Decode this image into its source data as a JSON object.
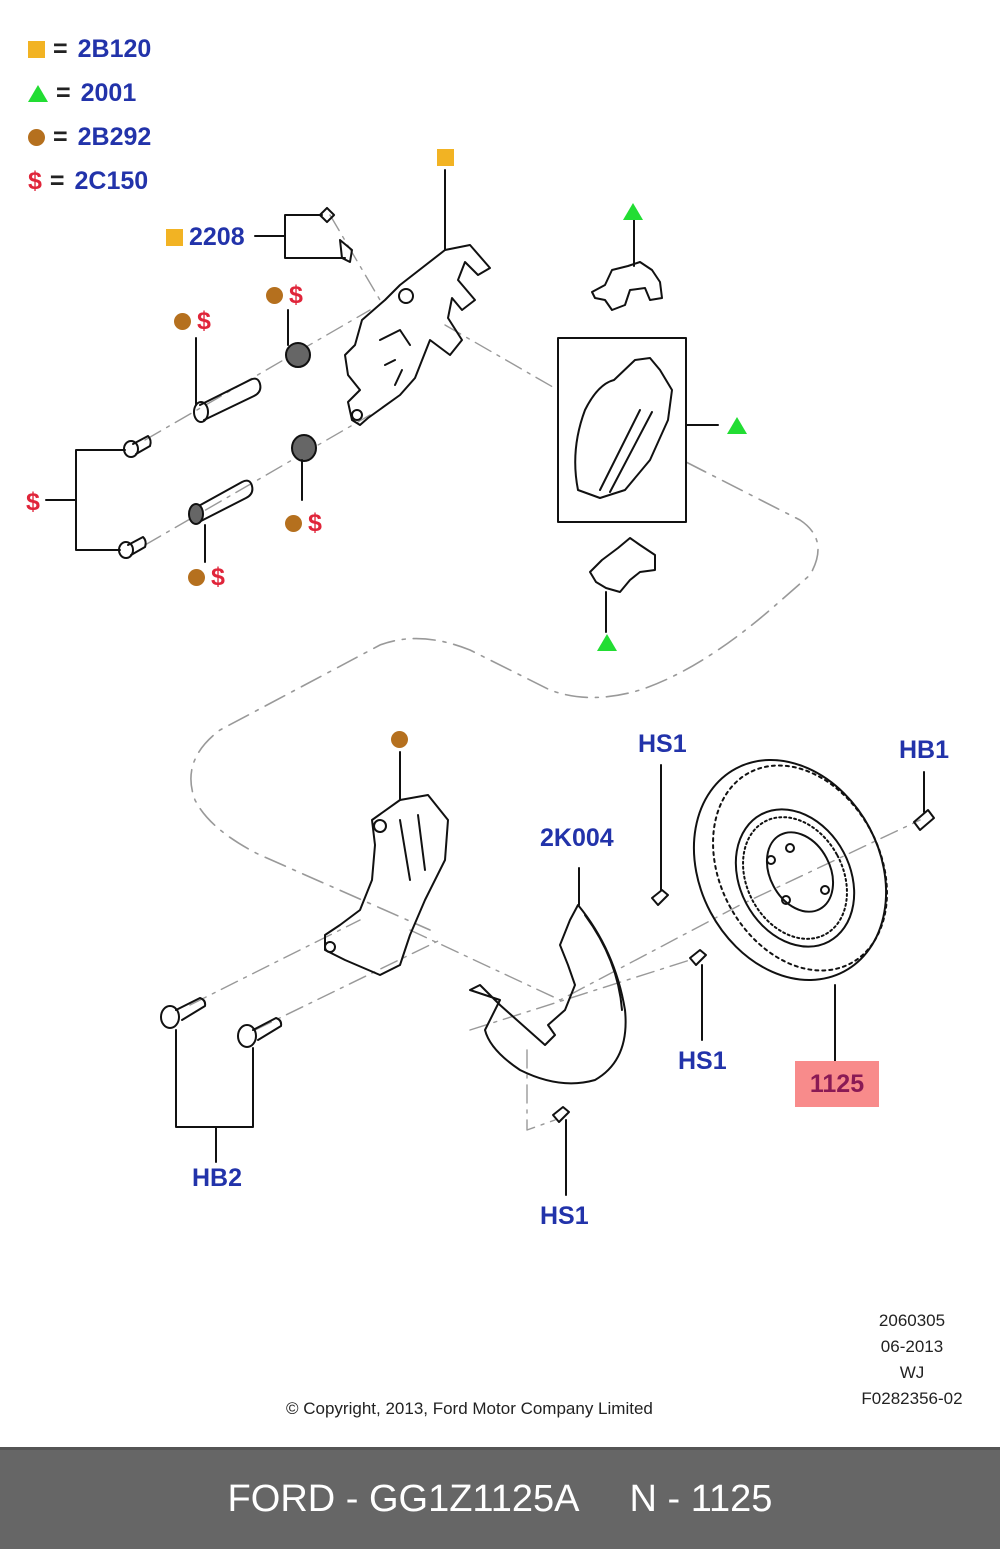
{
  "legend": [
    {
      "symbol": "square",
      "color": "#f2b323",
      "equals": "=",
      "code": "2B120"
    },
    {
      "symbol": "triangle",
      "color": "#22dd33",
      "equals": "=",
      "code": "2001"
    },
    {
      "symbol": "circle",
      "color": "#b5701e",
      "equals": "=",
      "code": "2B292"
    },
    {
      "symbol": "dollar",
      "glyph": "$",
      "color": "#e0253a",
      "equals": "=",
      "code": "2C150"
    }
  ],
  "callouts": {
    "bleeder_2208": "2208",
    "dollar_glyph": "$",
    "shield": "2K004",
    "screw_top": "HS1",
    "screw_mid": "HS1",
    "screw_bottom": "HS1",
    "bolt_disc": "HB1",
    "bolts_bracket": "HB2",
    "disc_highlight": "1125"
  },
  "colors": {
    "label_blue": "#2233aa",
    "highlight_fill": "#f88b8b",
    "highlight_text": "#8a1a55",
    "footer_bg": "#666666"
  },
  "meta": {
    "illustration_no": "2060305",
    "date": "06-2013",
    "code": "WJ",
    "figure_id": "F0282356-02",
    "copyright": "© Copyright, 2013, Ford Motor Company Limited"
  },
  "footer": {
    "part": "FORD - GG1Z1125A",
    "ref": "N - 1125"
  }
}
